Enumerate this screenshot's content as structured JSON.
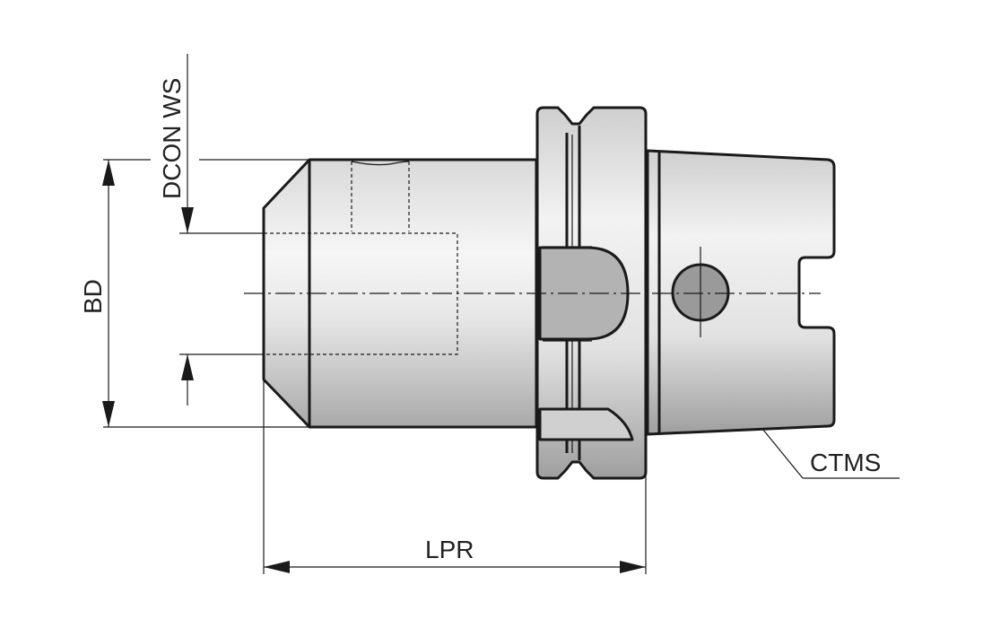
{
  "labels": {
    "dcon_ws": "DCON WS",
    "bd": "BD",
    "lpr": "LPR",
    "ctms": "CTMS"
  },
  "colors": {
    "line": "#1a1a1a",
    "body_light": "#f4f4f4",
    "body_mid": "#d8d8d8",
    "body_dark": "#a8a8a8",
    "hole_fill": "#9a9a9a",
    "text": "#222222"
  }
}
